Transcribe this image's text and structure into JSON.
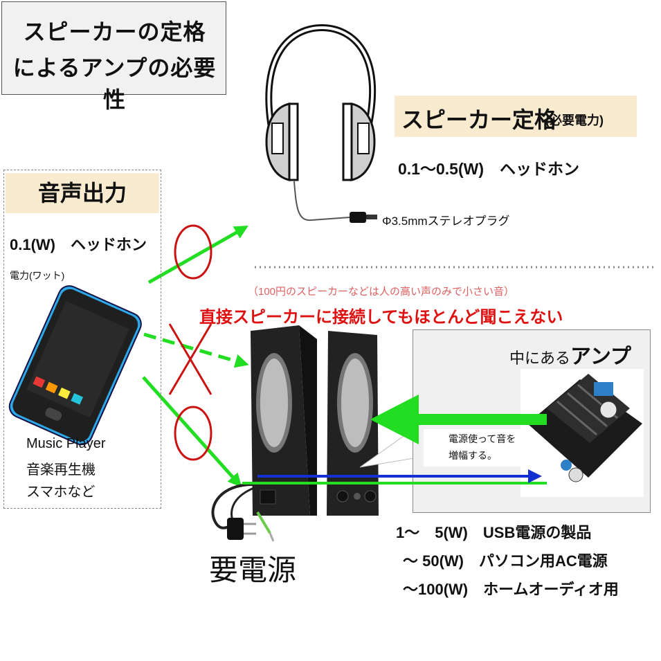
{
  "title": {
    "line1": "スピーカーの定格",
    "line2": "によるアンプの必要性"
  },
  "left_panel": {
    "header": "音声出力",
    "output_spec": "0.1(W)　ヘッドホン",
    "power_note": "電力(ワット)",
    "device_lines": [
      "Music Player",
      "音楽再生機",
      "スマホなど"
    ]
  },
  "right_top": {
    "header_main": "スピーカー定格",
    "header_sub": "(必要電力)",
    "headphone_spec": "0.1〜0.5(W)　ヘッドホン",
    "plug_label": "Φ3.5mmステレオプラグ"
  },
  "warning": {
    "note": "（100円のスピーカーなどは人の高い声のみで小さい音）",
    "main": "直接スピーカーに接続してもほとんど聞こえない"
  },
  "amp": {
    "title_prefix": "中にある",
    "title_main": "アンプ",
    "caption_line1": "電源使って音を",
    "caption_line2": "増幅する。"
  },
  "power_label": "要電源",
  "ratings": [
    "1〜　5(W)　USB電源の製品",
    "〜 50(W)　パソコン用AC電源",
    "〜100(W)　ホームオーディオ用"
  ],
  "colors": {
    "green": "#22dd22",
    "red": "#e01010",
    "blue": "#1430d0",
    "tan": "#f8ebcf"
  }
}
